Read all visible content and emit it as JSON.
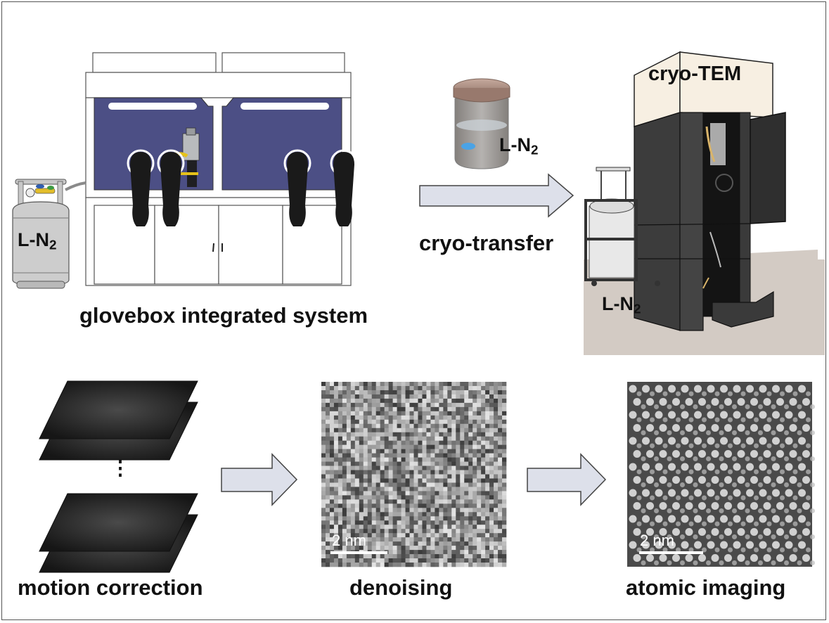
{
  "figure": {
    "top_panel": {
      "glovebox": {
        "caption": "glovebox integrated system",
        "dewar_label": "L-N",
        "dewar_label_sub": "2",
        "glove_count": 4,
        "window_count": 2
      },
      "transfer": {
        "vessel_label": "L-N",
        "vessel_label_sub": "2",
        "arrow_label": "cryo-transfer"
      },
      "microscope": {
        "title": "cryo-TEM",
        "dewar_label": "L-N",
        "dewar_label_sub": "2"
      }
    },
    "bottom_panel": {
      "steps": [
        {
          "caption": "motion correction"
        },
        {
          "caption": "denoising",
          "scalebar": "2 nm"
        },
        {
          "caption": "atomic imaging",
          "scalebar": "2 nm"
        }
      ],
      "ellipsis": "⋮"
    },
    "colors": {
      "glovebox_window": "#4c4f85",
      "arrow_fill": "#dde0ea",
      "arrow_stroke": "#444444",
      "tem_top": "#f7efe2",
      "tem_body": "#3a3a3a",
      "floor": "#d3cbc4",
      "dewar_gray": "#c8c8c8",
      "lid_bronze": "#a8897c"
    }
  }
}
